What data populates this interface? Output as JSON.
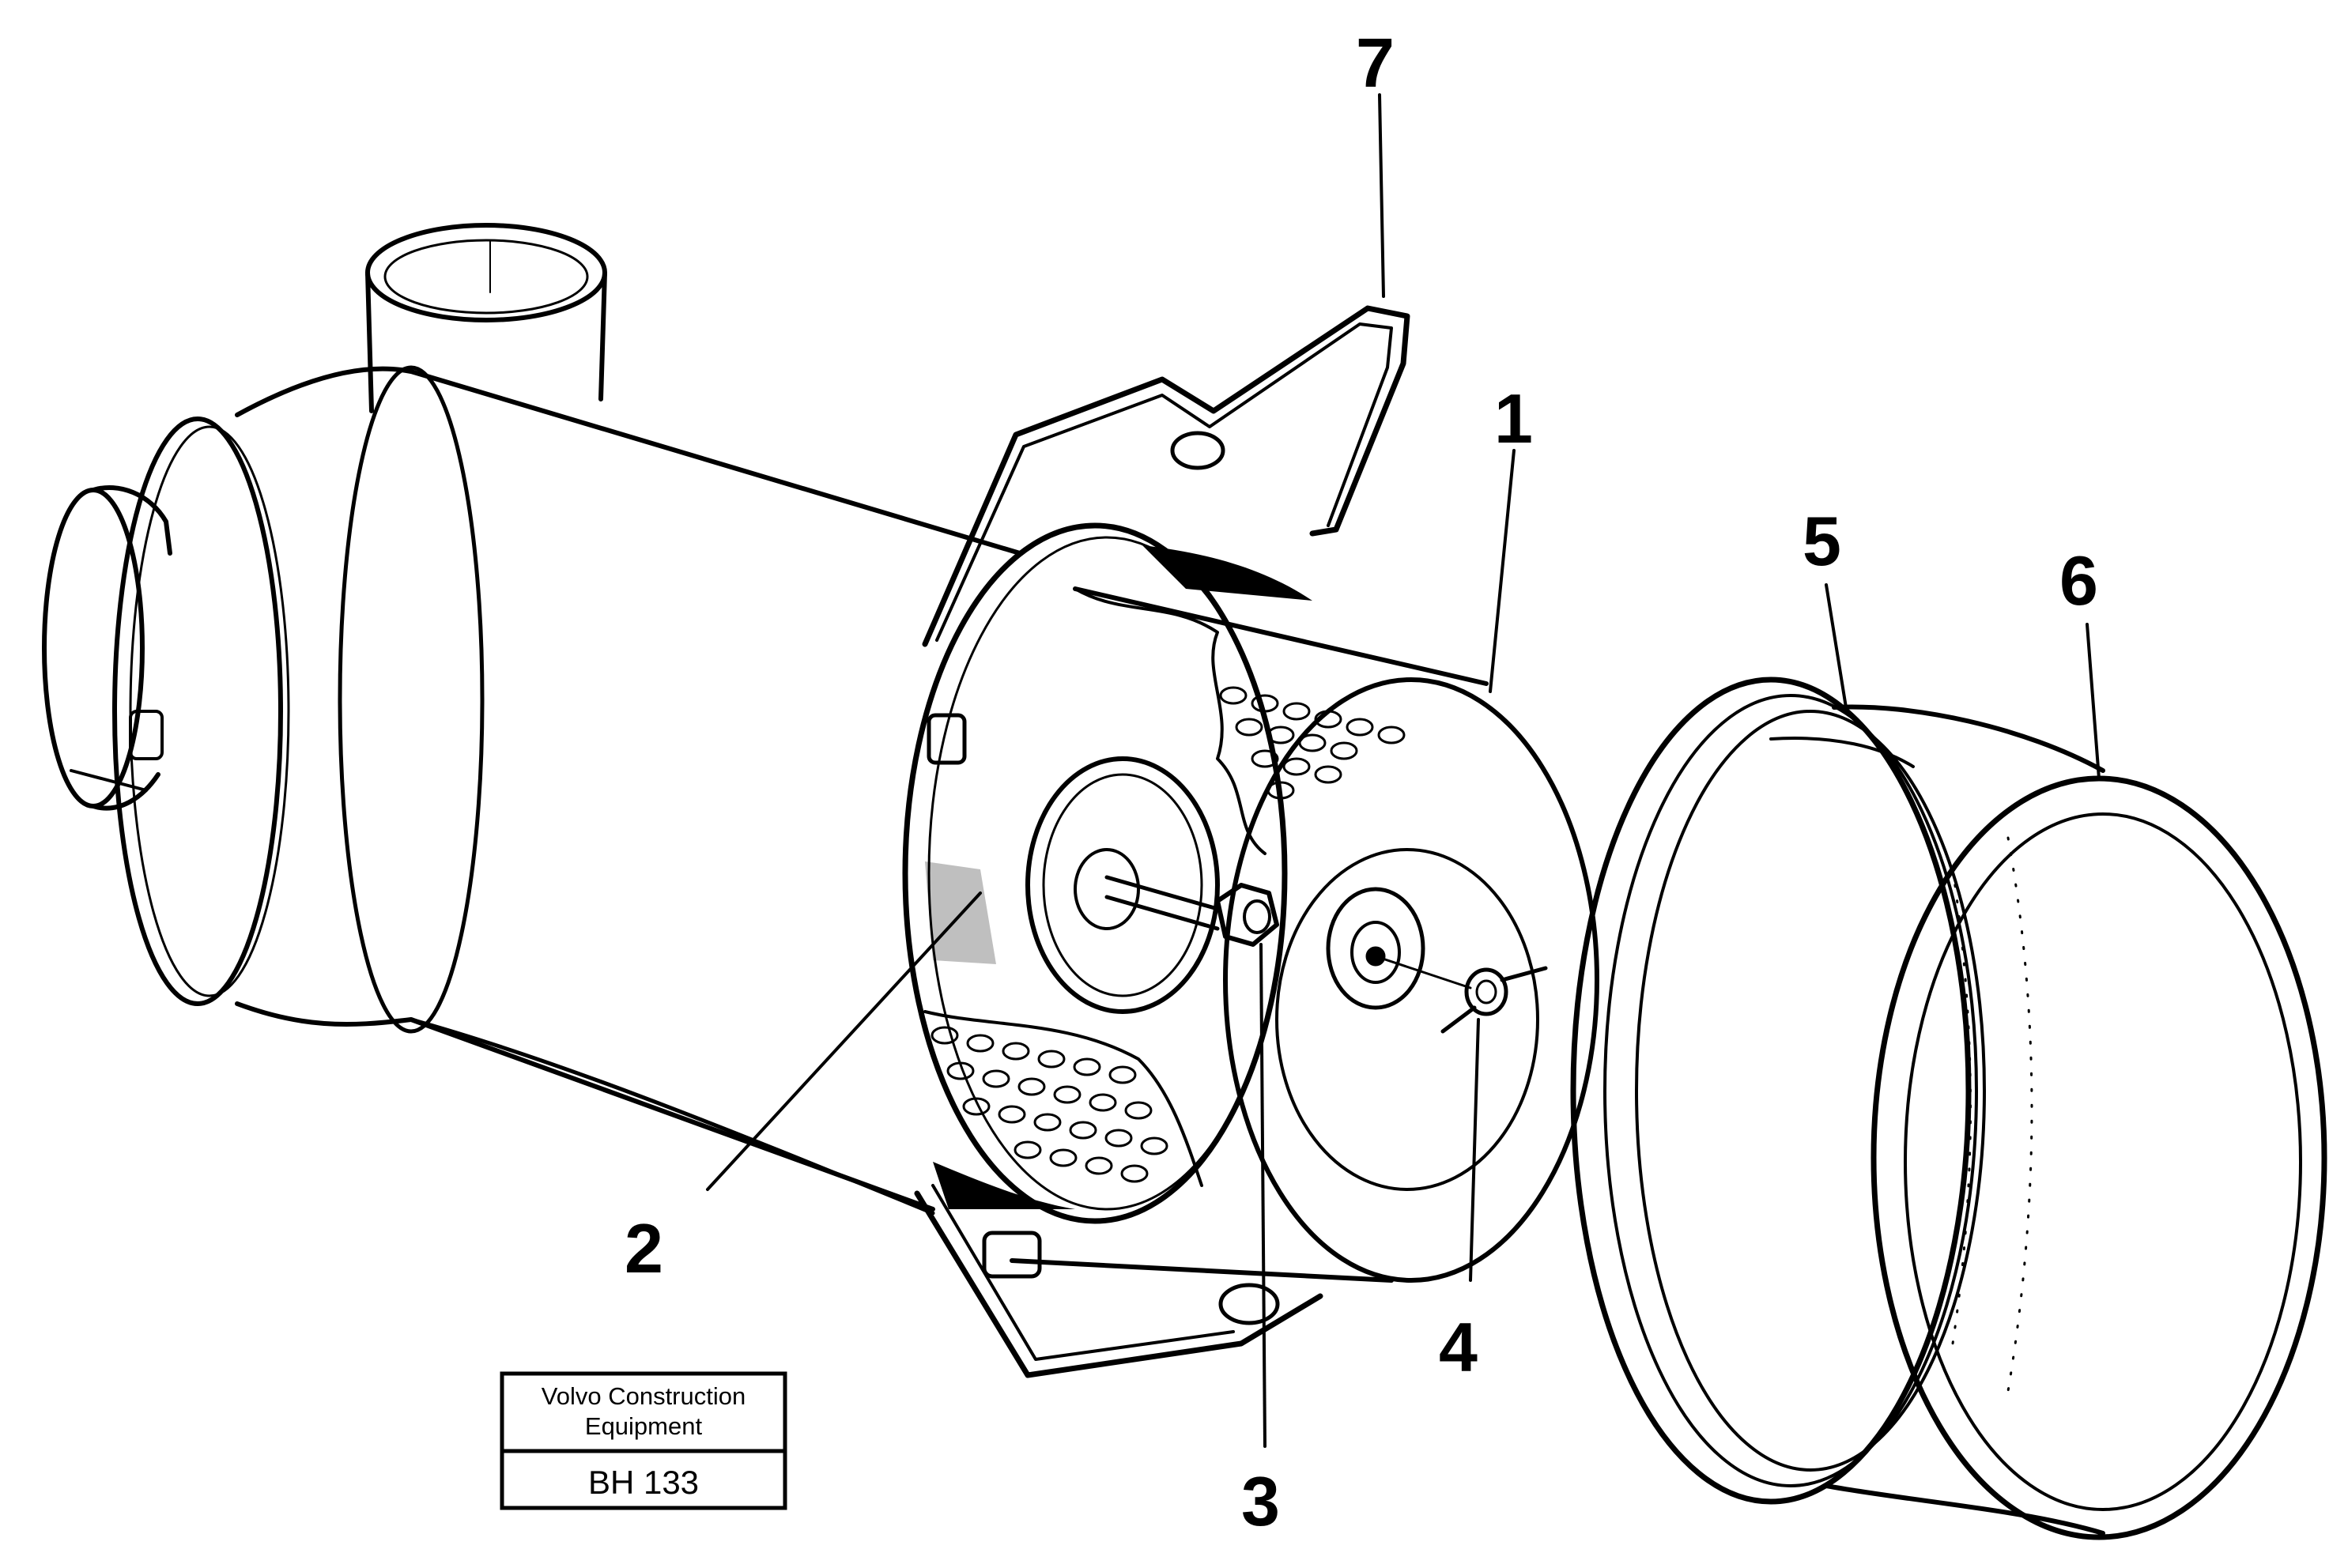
{
  "callouts": {
    "c1": "1",
    "c2": "2",
    "c3": "3",
    "c4": "4",
    "c5": "5",
    "c6": "6",
    "c7": "7"
  },
  "stamp": {
    "line1": "Volvo Construction",
    "line2": "Equipment",
    "code": "BH 133"
  },
  "colors": {
    "ink": "#000000",
    "paper": "#ffffff"
  }
}
